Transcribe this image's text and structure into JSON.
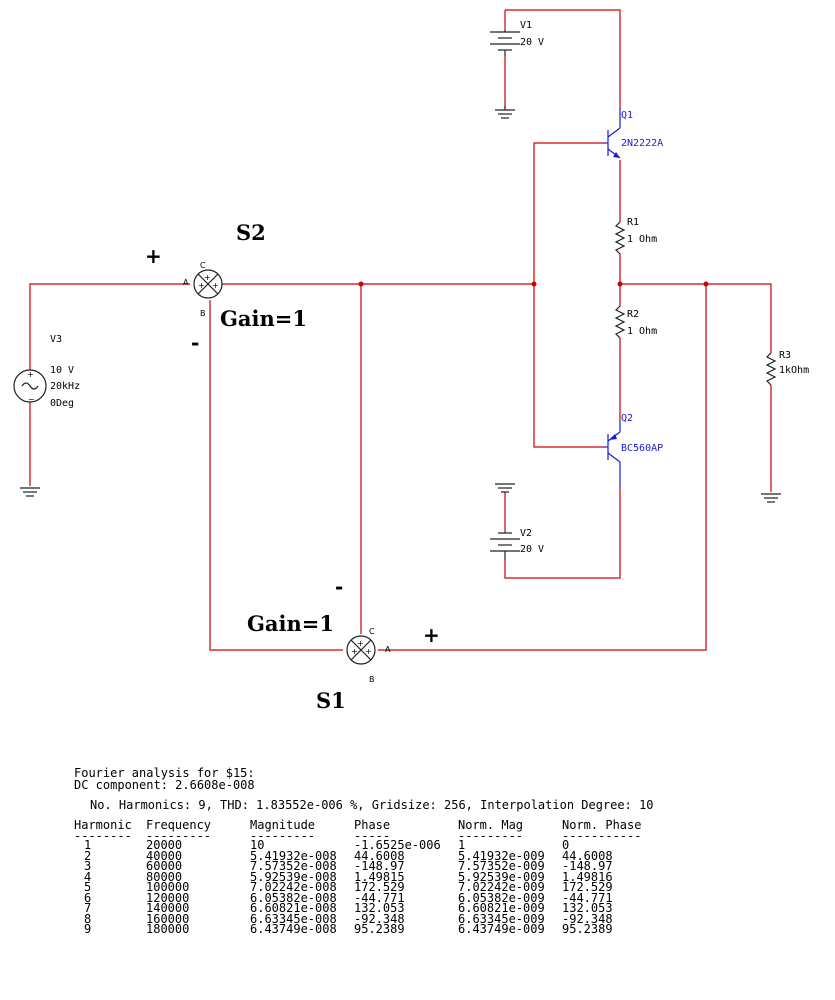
{
  "schematic": {
    "v1": {
      "name": "V1",
      "value": "20 V"
    },
    "v2": {
      "name": "V2",
      "value": "20 V"
    },
    "v3": {
      "name": "V3",
      "amplitude": "10 V",
      "frequency": "20kHz",
      "phase": "0Deg"
    },
    "q1": {
      "name": "Q1",
      "model": "2N2222A"
    },
    "q2": {
      "name": "Q2",
      "model": "BC560AP"
    },
    "r1": {
      "name": "R1",
      "value": "1 Ohm"
    },
    "r2": {
      "name": "R2",
      "value": "1 Ohm"
    },
    "r3": {
      "name": "R3",
      "value": "1kOhm"
    },
    "s2": {
      "name": "S2",
      "gain": "Gain=1",
      "plus": "+",
      "minus": "-",
      "pin_a": "A",
      "pin_b": "B",
      "pin_c": "C"
    },
    "s1": {
      "name": "S1",
      "gain": "Gain=1",
      "plus": "+",
      "minus": "-",
      "pin_a": "A",
      "pin_b": "B",
      "pin_c": "C"
    },
    "colors": {
      "wire": "#d00000",
      "component": "#202020",
      "transistor": "#1a1ad0"
    }
  },
  "fourier": {
    "title": "Fourier analysis for $15:",
    "dc": "DC component: 2.6608e-008",
    "params": "No. Harmonics: 9, THD: 1.83552e-006 %, Gridsize: 256, Interpolation Degree: 10",
    "headers": [
      "Harmonic",
      "Frequency",
      "Magnitude",
      "Phase",
      "Norm. Mag",
      "Norm. Phase"
    ],
    "dashes": [
      "--------",
      "---------",
      "---------",
      "-----",
      "---------",
      "-----------"
    ],
    "rows": [
      [
        "1",
        "20000",
        "10",
        "-1.6525e-006",
        "1",
        "0"
      ],
      [
        "2",
        "40000",
        "5.41932e-008",
        "44.6008",
        "5.41932e-009",
        "44.6008"
      ],
      [
        "3",
        "60000",
        "7.57352e-008",
        "-148.97",
        "7.57352e-009",
        "-148.97"
      ],
      [
        "4",
        "80000",
        "5.92539e-008",
        "1.49815",
        "5.92539e-009",
        "1.49816"
      ],
      [
        "5",
        "100000",
        "7.02242e-008",
        "172.529",
        "7.02242e-009",
        "172.529"
      ],
      [
        "6",
        "120000",
        "6.05382e-008",
        "-44.771",
        "6.05382e-009",
        "-44.771"
      ],
      [
        "7",
        "140000",
        "6.60821e-008",
        "132.053",
        "6.60821e-009",
        "132.053"
      ],
      [
        "8",
        "160000",
        "6.63345e-008",
        "-92.348",
        "6.63345e-009",
        "-92.348"
      ],
      [
        "9",
        "180000",
        "6.43749e-008",
        "95.2389",
        "6.43749e-009",
        "95.2389"
      ]
    ]
  }
}
